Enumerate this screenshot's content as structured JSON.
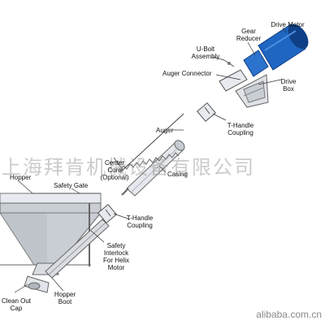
{
  "labels": {
    "drive_motor": "Drive Motor",
    "gear_reducer_1": "Gear",
    "gear_reducer_2": "Reducer",
    "ubolt_1": "U-Bolt",
    "ubolt_2": "Assembly",
    "auger_connector": "Auger Connector",
    "drive_box_1": "Drive",
    "drive_box_2": "Box",
    "t_handle_top_1": "T-Handle",
    "t_handle_top_2": "Coupling",
    "auger": "Auger",
    "center_core_1": "Center",
    "center_core_2": "Core",
    "center_core_3": "(Optional)",
    "casing": "Casing",
    "hopper": "Hopper",
    "safety_gate": "Safety Gate",
    "t_handle_bottom_1": "T-Handle",
    "t_handle_bottom_2": "Coupling",
    "safety_1": "Safety",
    "safety_2": "Interlock",
    "safety_3": "For Helix",
    "safety_4": "Motor",
    "cleanout_1": "Clean Out",
    "cleanout_2": "Cap",
    "hopper_boot_1": "Hopper",
    "hopper_boot_2": "Boot"
  },
  "watermark": "上海拜肯机械设备有限公司",
  "footer": "alibaba.com.cn",
  "colors": {
    "motor_blue": "#1f66c2",
    "motor_dark": "#0f3f86",
    "gray_fill": "#d9dde2",
    "hopper_fill": "#c9ced4",
    "line": "#555555"
  }
}
